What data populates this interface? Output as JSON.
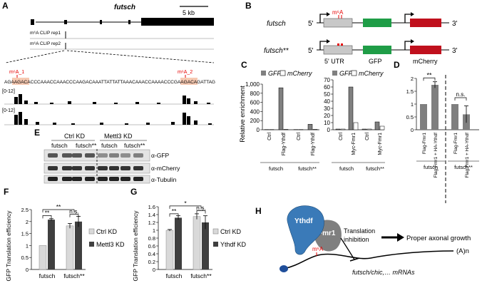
{
  "panels": {
    "A": "A",
    "B": "B",
    "C": "C",
    "D": "D",
    "E": "E",
    "F": "F",
    "G": "G",
    "H": "H"
  },
  "panel_a": {
    "gene": "futsch",
    "scale": "5 kb",
    "tracks": [
      "m⁶A CLIP rep1",
      "m⁶A CLIP rep2"
    ],
    "sequence": "AGAAGACACCCAAACCAAACCCAAGACAAATTATTATTAAACAAACCAAAACCCGAAGACAGATTAG",
    "site1": "m⁶A_1",
    "site2": "m⁶A_2",
    "range1": "[0-12]",
    "range2": "[0-12]"
  },
  "panel_b": {
    "row1": "futsch",
    "row2": "futsch**",
    "five": "5'",
    "three": "3'",
    "mark": "m⁶A",
    "utr": "5' UTR",
    "gfp": "GFP",
    "mcherry": "mCherry"
  },
  "panel_c": {
    "ylabel": "Relative enrichment",
    "legend": [
      "GFP",
      "mCherry"
    ],
    "colors": {
      "gfp": "#808080",
      "mcherry": "#ffffff"
    },
    "chart_data": [
      {
        "type": "bar",
        "ylim": [
          0,
          1000
        ],
        "yticks": [
          "0",
          "200",
          "400",
          "600",
          "800",
          "1,000"
        ],
        "categories": [
          "Ctrl",
          "Flag-Ythdf",
          "Ctrl",
          "Flag-Ythdf"
        ],
        "groups": [
          "futsch",
          "futsch**"
        ],
        "series": [
          {
            "name": "GFP",
            "values": [
              5,
              920,
              5,
              120
            ]
          },
          {
            "name": "mCherry",
            "values": [
              5,
              8,
              5,
              8
            ]
          }
        ]
      },
      {
        "type": "bar",
        "ylim": [
          0,
          70
        ],
        "yticks": [
          "0",
          "10",
          "20",
          "30",
          "40",
          "50",
          "60",
          "70"
        ],
        "categories": [
          "Ctrl",
          "Myc-Fmr1",
          "Ctrl",
          "Myc-Fmr1"
        ],
        "groups": [
          "futsch",
          "futsch**"
        ],
        "series": [
          {
            "name": "GFP",
            "values": [
              1,
              60,
              1,
              11
            ]
          },
          {
            "name": "mCherry",
            "values": [
              1,
              10,
              1,
              5
            ]
          }
        ]
      }
    ]
  },
  "panel_d": {
    "chart_data": {
      "type": "bar",
      "ylim": [
        0,
        2
      ],
      "yticks": [
        "0",
        "0.5",
        "1",
        "1.5",
        "2"
      ],
      "categories": [
        "Flag-Fmr1",
        "Flag Fmr1 + HA-Ythdf",
        "Flag-Fmr1",
        "Flag Fmr1 + HA-Ythdf"
      ],
      "groups": [
        "futsch",
        "futsch**"
      ],
      "values": [
        1,
        1.75,
        1,
        0.6
      ],
      "errors": [
        0,
        0.12,
        0,
        0.33
      ]
    },
    "sig": [
      "**",
      "n.s."
    ]
  },
  "panel_e": {
    "group1": "Ctrl KD",
    "group2": "Mettl3 KD",
    "lanes": [
      "futsch",
      "futsch**",
      "futsch",
      "futsch**"
    ],
    "antibodies": [
      "α-GFP",
      "α-mCherry",
      "α-Tubulin"
    ]
  },
  "panel_f": {
    "ylabel": "GFP Translation efficiency",
    "legend": [
      "Ctrl KD",
      "Mettl3 KD"
    ],
    "colors": {
      "ctrl": "#d9d9d9",
      "kd": "#3f3f3f"
    },
    "chart_data": {
      "type": "bar",
      "ylim": [
        0,
        2.5
      ],
      "yticks": [
        "0",
        "0.5",
        "1",
        "1.5",
        "2",
        "2.5"
      ],
      "categories": [
        "futsch",
        "futsch**"
      ],
      "series": [
        {
          "name": "Ctrl KD",
          "values": [
            1,
            1.82
          ],
          "errors": [
            0,
            0.1
          ]
        },
        {
          "name": "Mettl3 KD",
          "values": [
            2.08,
            2.0
          ],
          "errors": [
            0.04,
            0.22
          ]
        }
      ]
    },
    "sig": [
      "**",
      "**",
      "n.s."
    ]
  },
  "panel_g": {
    "ylabel": "GFP Translation efficiency",
    "legend": [
      "Ctrl KD",
      "Ythdf KD"
    ],
    "colors": {
      "ctrl": "#d9d9d9",
      "kd": "#3f3f3f"
    },
    "chart_data": {
      "type": "bar",
      "ylim": [
        0,
        1.6
      ],
      "yticks": [
        "0",
        "0.2",
        "0.4",
        "0.6",
        "0.8",
        "1",
        "1.2",
        "1.4",
        "1.6"
      ],
      "categories": [
        "futsch",
        "futsch**"
      ],
      "series": [
        {
          "name": "Ctrl KD",
          "values": [
            1,
            1.35
          ],
          "errors": [
            0.02,
            0.07
          ]
        },
        {
          "name": "Ythdf KD",
          "values": [
            1.32,
            1.2
          ],
          "errors": [
            0.05,
            0.17
          ]
        }
      ]
    },
    "sig": [
      "**",
      "*",
      "n.s."
    ]
  },
  "panel_h": {
    "ythdf": "Ythdf",
    "fmr1": "Fmr1",
    "m6a": "m⁶A",
    "inhibition": "Translation inhibition",
    "outcome": "Proper axonal growth",
    "polya": "(A)n",
    "mrnas": "futsch/chic,… mRNAs",
    "colors": {
      "ythdf": "#3a7ab8",
      "fmr1": "#7f7f7f",
      "m6a": "#e60000"
    }
  }
}
